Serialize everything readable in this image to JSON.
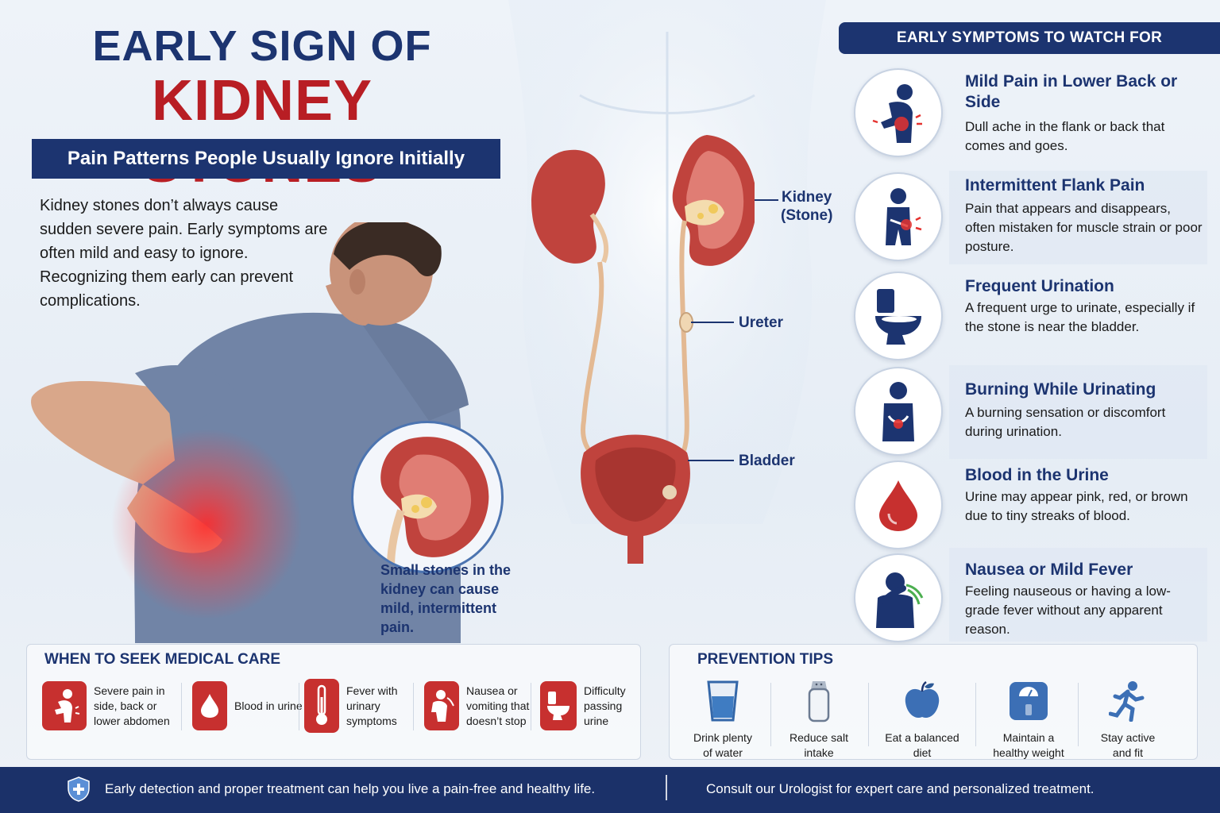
{
  "title": {
    "line1": "EARLY SIGN OF",
    "line2": "KIDNEY STONES",
    "subtitle": "Pain Patterns People Usually Ignore Initially"
  },
  "intro": "Kidney stones don’t always cause sudden severe pain. Early symptoms are often mild and easy to ignore. Recognizing them early can prevent complications.",
  "zoom_caption": "Small stones in the kidney can cause mild, intermittent pain.",
  "anatomy_labels": {
    "kidney": "Kidney\n(Stone)",
    "ureter": "Ureter",
    "bladder": "Bladder"
  },
  "symptoms": {
    "header": "EARLY SYMPTOMS TO WATCH FOR",
    "items": [
      {
        "title": "Mild Pain in Lower Back or Side",
        "desc": "Dull ache in the flank or back that comes and goes.",
        "icon": "back-pain-icon"
      },
      {
        "title": "Intermittent Flank Pain",
        "desc": "Pain that appears and disappears, often mistaken for muscle strain or poor posture.",
        "icon": "flank-pain-icon"
      },
      {
        "title": "Frequent Urination",
        "desc": "A frequent urge to urinate, especially if the stone is near the bladder.",
        "icon": "toilet-icon"
      },
      {
        "title": "Burning While Urinating",
        "desc": "A burning sensation or discomfort during urination.",
        "icon": "burning-icon"
      },
      {
        "title": "Blood in the Urine",
        "desc": "Urine may appear pink, red, or brown due to tiny streaks of blood.",
        "icon": "blood-drop-icon"
      },
      {
        "title": "Nausea or Mild Fever",
        "desc": "Feeling nauseous or having a low-grade fever without any apparent reason.",
        "icon": "nausea-icon"
      }
    ]
  },
  "seek_care": {
    "title": "WHEN TO SEEK MEDICAL CARE",
    "items": [
      {
        "label": "Severe pain in\nside, back or\nlower abdomen",
        "icon": "pain-person-icon"
      },
      {
        "label": "Blood in urine",
        "icon": "drop-icon"
      },
      {
        "label": "Fever with\nurinary\nsymptoms",
        "icon": "thermometer-icon"
      },
      {
        "label": "Nausea or\nvomiting that\ndoesn’t stop",
        "icon": "vomit-icon"
      },
      {
        "label": "Difficulty\npassing\nurine",
        "icon": "toilet-icon"
      }
    ]
  },
  "prevention": {
    "title": "PREVENTION TIPS",
    "items": [
      {
        "label": "Drink plenty\nof water",
        "icon": "water-glass-icon"
      },
      {
        "label": "Reduce salt\nintake",
        "icon": "salt-shaker-icon"
      },
      {
        "label": "Eat a balanced\ndiet",
        "icon": "apple-icon"
      },
      {
        "label": "Maintain a\nhealthy weight",
        "icon": "scale-icon"
      },
      {
        "label": "Stay active\nand fit",
        "icon": "running-icon"
      }
    ]
  },
  "footer": {
    "left": "Early detection and proper treatment can help you live a pain-free and healthy life.",
    "right": "Consult our Urologist for expert care and personalized treatment."
  },
  "colors": {
    "navy": "#1c3470",
    "red": "#b81e24",
    "kidney": "#c0433d",
    "footer": "#1b3169"
  }
}
